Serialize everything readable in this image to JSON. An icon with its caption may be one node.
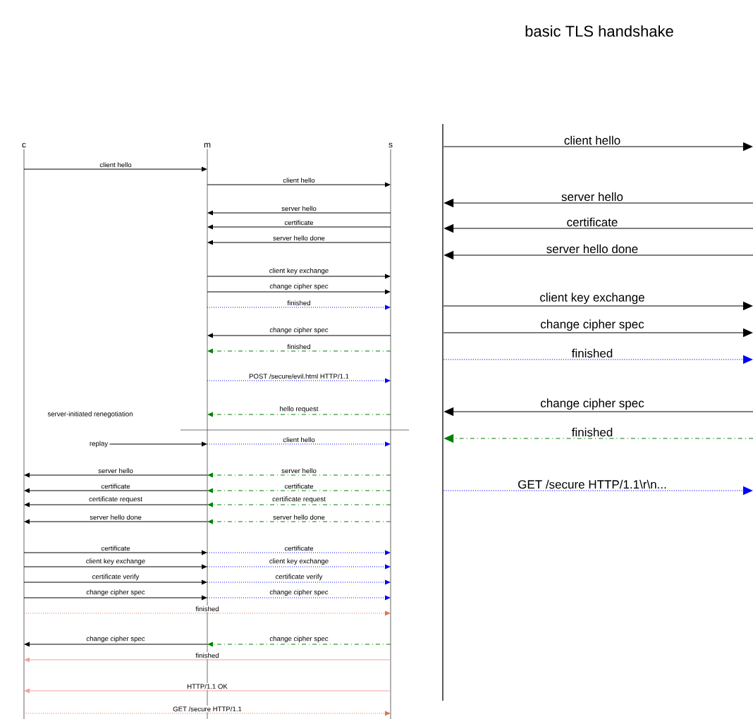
{
  "diagram": {
    "title": "basic TLS handshake",
    "nodes": [
      {
        "text": [
          "c"
        ]
      },
      {
        "text": [
          "m"
        ]
      },
      {
        "text": [
          "s"
        ]
      },
      {
        "text": [],
        "shape": "bar"
      },
      {
        "text": [
          "replay"
        ]
      }
    ],
    "edges": [
      {
        "from": 0,
        "to": 1,
        "arrow": "to",
        "label": "client hello"
      },
      {
        "from": 1,
        "to": 2,
        "arrow": "to",
        "label": "client hello"
      },
      {
        "from": 2,
        "to": 1,
        "arrow": "to",
        "label": "server hello"
      },
      {
        "from": 2,
        "to": 1,
        "arrow": "to",
        "label": "certificate"
      },
      {
        "from": 2,
        "to": 1,
        "arrow": "to",
        "label": "server hello done"
      },
      {
        "from": 1,
        "to": 2,
        "arrow": "to",
        "label": "client key exchange"
      },
      {
        "from": 1,
        "to": 2,
        "arrow": "to",
        "label": "change cipher spec"
      },
      {
        "from": 1,
        "to": 2,
        "arrow": "to",
        "label": "finished",
        "style": "dashed",
        "color": "#0000ff"
      },
      {
        "from": 2,
        "to": 1,
        "arrow": "to",
        "label": "change cipher spec"
      },
      {
        "from": 2,
        "to": 1,
        "arrow": "to",
        "label": "finished",
        "style": "dashed",
        "color": "#008000"
      },
      {
        "from": 1,
        "to": 2,
        "arrow": "to",
        "label": "POST /secure/evil.html HTTP/1.1",
        "style": "dashed",
        "color": "#0000ff"
      },
      {
        "from": 2,
        "to": 1,
        "arrow": "to",
        "label": "hello request",
        "style": "dashed",
        "color": "#008000"
      },
      {
        "from": 4,
        "to": 1,
        "arrow": "to"
      },
      {
        "from": 1,
        "to": 2,
        "arrow": "to",
        "label": "client hello",
        "style": "dashed",
        "color": "#0000ff"
      },
      {
        "from": 1,
        "to": 0,
        "arrow": "to",
        "label": "server hello"
      },
      {
        "from": 2,
        "to": 1,
        "arrow": "to",
        "label": "server hello",
        "style": "dashed",
        "color": "#008000"
      },
      {
        "from": 1,
        "to": 0,
        "arrow": "to",
        "label": "certificate"
      },
      {
        "from": 2,
        "to": 1,
        "arrow": "to",
        "label": "certificate",
        "style": "dashed",
        "color": "#008000"
      },
      {
        "from": 1,
        "to": 0,
        "arrow": "to",
        "label": "certificate request"
      },
      {
        "from": 2,
        "to": 1,
        "arrow": "to",
        "label": "certificate request",
        "style": "dashed",
        "color": "#008000"
      },
      {
        "from": 1,
        "to": 0,
        "arrow": "to",
        "label": "server hello done"
      },
      {
        "from": 2,
        "to": 1,
        "arrow": "to",
        "label": "server hello done",
        "style": "dashed",
        "color": "#008000"
      },
      {
        "from": 0,
        "to": 1,
        "arrow": "to",
        "label": "certificate"
      },
      {
        "from": 1,
        "to": 2,
        "arrow": "to",
        "label": "certificate",
        "style": "dashed",
        "color": "#0000ff"
      },
      {
        "from": 0,
        "to": 1,
        "arrow": "to",
        "label": "client key exchange"
      },
      {
        "from": 1,
        "to": 2,
        "arrow": "to",
        "label": "client key exchange",
        "style": "dashed",
        "color": "#0000ff"
      },
      {
        "from": 0,
        "to": 1,
        "arrow": "to",
        "label": "certificate verify"
      },
      {
        "from": 1,
        "to": 2,
        "arrow": "to",
        "label": "certificate verify",
        "style": "dashed",
        "color": "#0000ff"
      },
      {
        "from": 0,
        "to": 1,
        "arrow": "to",
        "label": "change cipher spec"
      },
      {
        "from": 1,
        "to": 2,
        "arrow": "to",
        "label": "change cipher spec",
        "style": "dashed",
        "color": "#0000ff"
      },
      {
        "from": 0,
        "to": 2,
        "arrow": "to",
        "label": "finished",
        "style": "dashed",
        "color": "#e8704a"
      },
      {
        "from": 1,
        "to": 0,
        "arrow": "to",
        "label": "change cipher spec"
      },
      {
        "from": 2,
        "to": 1,
        "arrow": "to",
        "label": "change cipher spec",
        "style": "dashed",
        "color": "#008000"
      },
      {
        "from": 2,
        "to": 0,
        "arrow": "to",
        "label": "finished",
        "color": "#f4a0a0"
      },
      {
        "from": 2,
        "to": 0,
        "arrow": "to",
        "label": "HTTP/1.1 OK",
        "color": "#f4a0a0"
      },
      {
        "from": 0,
        "to": 2,
        "arrow": "to",
        "label": "GET /secure HTTP/1.1",
        "style": "dashed",
        "color": "#e8704a"
      },
      {
        "from": 3,
        "to": null,
        "arrow": "to",
        "label": "client hello"
      },
      {
        "from": null,
        "to": 3,
        "arrow": "to",
        "label": "server hello"
      },
      {
        "from": null,
        "to": 3,
        "arrow": "to",
        "label": "certificate"
      },
      {
        "from": null,
        "to": 3,
        "arrow": "to",
        "label": "server hello done"
      },
      {
        "from": 3,
        "to": null,
        "arrow": "to",
        "label": "client key exchange"
      },
      {
        "from": 3,
        "to": null,
        "arrow": "to",
        "label": "change cipher spec"
      },
      {
        "from": 3,
        "to": null,
        "arrow": "to",
        "label": "finished",
        "style": "dashed",
        "color": "#0000ff"
      },
      {
        "from": null,
        "to": 3,
        "arrow": "to",
        "label": "change cipher spec"
      },
      {
        "from": null,
        "to": 3,
        "arrow": "to",
        "label": "finished",
        "style": "dashed",
        "color": "#008000"
      },
      {
        "from": 3,
        "to": null,
        "arrow": "to",
        "label": "GET /secure HTTP/1.1\\r\\n...",
        "style": "dashed",
        "color": "#0000ff"
      }
    ],
    "labels": [
      "server-initiated renegotiation"
    ]
  }
}
